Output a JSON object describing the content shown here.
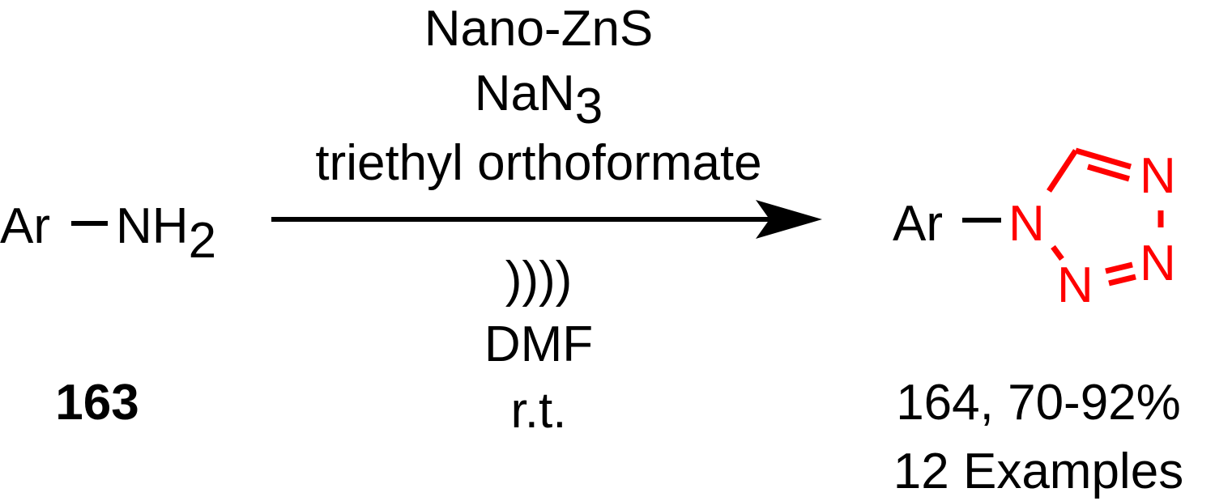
{
  "reactant": {
    "ar": "Ar",
    "nh": "NH",
    "nh_subscript": "2",
    "compound_number": "163"
  },
  "reagents_above": {
    "line1": "Nano-ZnS",
    "line2_main": "NaN",
    "line2_subscript": "3",
    "line3": "triethyl orthoformate"
  },
  "conditions_below": {
    "line1": "))))",
    "line2": "DMF",
    "line3": "r.t."
  },
  "product": {
    "ar": "Ar",
    "ring_atom_n1": "N",
    "ring_atom_n2": "N",
    "ring_atom_n3": "N",
    "ring_atom_n4": "N",
    "compound_number": "164",
    "yield": ", 70-92%",
    "examples": "12 Examples"
  },
  "colors": {
    "text": "#000000",
    "highlight": "#ff0000",
    "background": "#ffffff"
  }
}
